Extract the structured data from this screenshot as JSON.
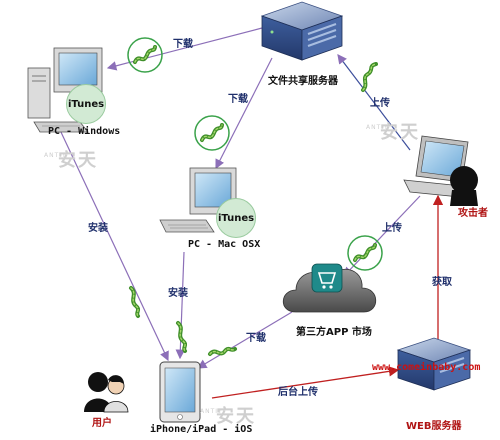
{
  "nodes": {
    "file_server": "文件共享服务器",
    "pc_windows": "PC - Windows",
    "pc_mac": "PC - Mac OSX",
    "third_party_market": "第三方APP 市场",
    "user_device": "iPhone/iPad - iOS",
    "user": "用户",
    "attacker": "攻击者",
    "web_server": "WEB服务器",
    "web_server_url": "www.comeinbaby.com"
  },
  "badges": {
    "itunes_windows": "iTunes",
    "itunes_mac": "iTunes"
  },
  "edges": {
    "server_to_windows": "下载",
    "server_to_mac": "下载",
    "attacker_upload_server": "上传",
    "attacker_upload_market": "上传",
    "windows_install": "安装",
    "mac_install": "安装",
    "market_download": "下载",
    "device_background_upload": "后台上传",
    "fetch": "获取"
  },
  "watermarks": {
    "logo": "安天",
    "sub": "ANTIY"
  },
  "colors": {
    "purple_line": "#8c6fb8",
    "blue_line": "#3d4f9c",
    "red_line": "#c02020",
    "worm_green": "#3f8f2a",
    "badge_fill": "#d2ead4"
  }
}
